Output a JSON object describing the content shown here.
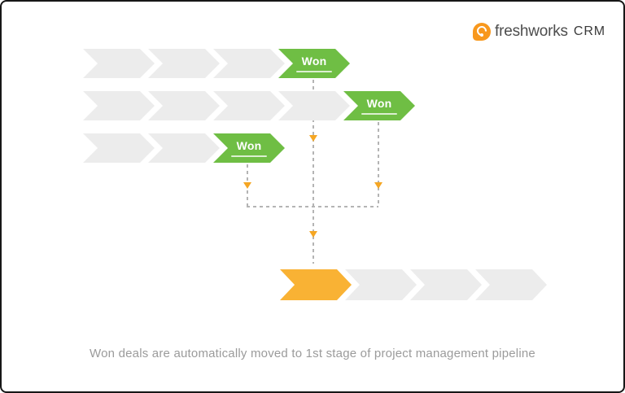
{
  "logo": {
    "brand": "freshworks",
    "product": "CRM",
    "icon": "freshworks-flame-icon",
    "icon_color": "#F8981D"
  },
  "colors": {
    "stage_empty": "#ECECEC",
    "stage_won": "#6FBE44",
    "stage_active": "#F9B234",
    "connector_dash": "#B4B4B4",
    "arrow": "#F5A623",
    "caption_text": "#9B9B9B",
    "frame_border": "#161616"
  },
  "diagram": {
    "won_label": "Won",
    "pipelines": [
      {
        "id": "sales-pipeline-1",
        "stages": [
          {
            "state": "empty"
          },
          {
            "state": "empty"
          },
          {
            "state": "empty"
          },
          {
            "state": "won",
            "label": "Won"
          }
        ]
      },
      {
        "id": "sales-pipeline-2",
        "stages": [
          {
            "state": "empty"
          },
          {
            "state": "empty"
          },
          {
            "state": "empty"
          },
          {
            "state": "empty"
          },
          {
            "state": "won",
            "label": "Won"
          }
        ]
      },
      {
        "id": "sales-pipeline-3",
        "stages": [
          {
            "state": "empty"
          },
          {
            "state": "empty"
          },
          {
            "state": "won",
            "label": "Won"
          }
        ]
      },
      {
        "id": "project-pipeline",
        "stages": [
          {
            "state": "active"
          },
          {
            "state": "empty"
          },
          {
            "state": "empty"
          },
          {
            "state": "empty"
          }
        ]
      }
    ]
  },
  "caption": "Won deals are automatically moved to 1st stage of project management pipeline"
}
